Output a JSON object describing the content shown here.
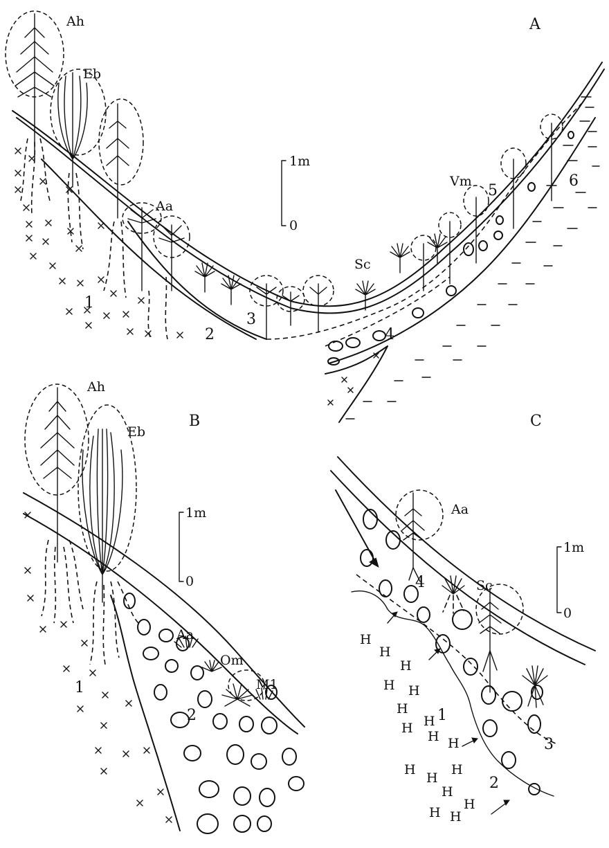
{
  "panels": {
    "A": {
      "title": "A",
      "scale": {
        "top": "1m",
        "bottom": "0"
      },
      "species": [
        "Ah",
        "Eb",
        "Aa",
        "Sc",
        "Vm"
      ],
      "units": [
        "1",
        "2",
        "3",
        "4",
        "5",
        "6"
      ]
    },
    "B": {
      "title": "B",
      "scale": {
        "top": "1m",
        "bottom": "0"
      },
      "species": [
        "Ah",
        "Eb",
        "Aa",
        "Om",
        "M1"
      ],
      "units": [
        "1",
        "2"
      ]
    },
    "C": {
      "title": "C",
      "scale": {
        "top": "1m",
        "bottom": "0"
      },
      "species": [
        "Aa",
        "Sc"
      ],
      "units": [
        "4",
        "1",
        "2",
        "3"
      ]
    }
  }
}
